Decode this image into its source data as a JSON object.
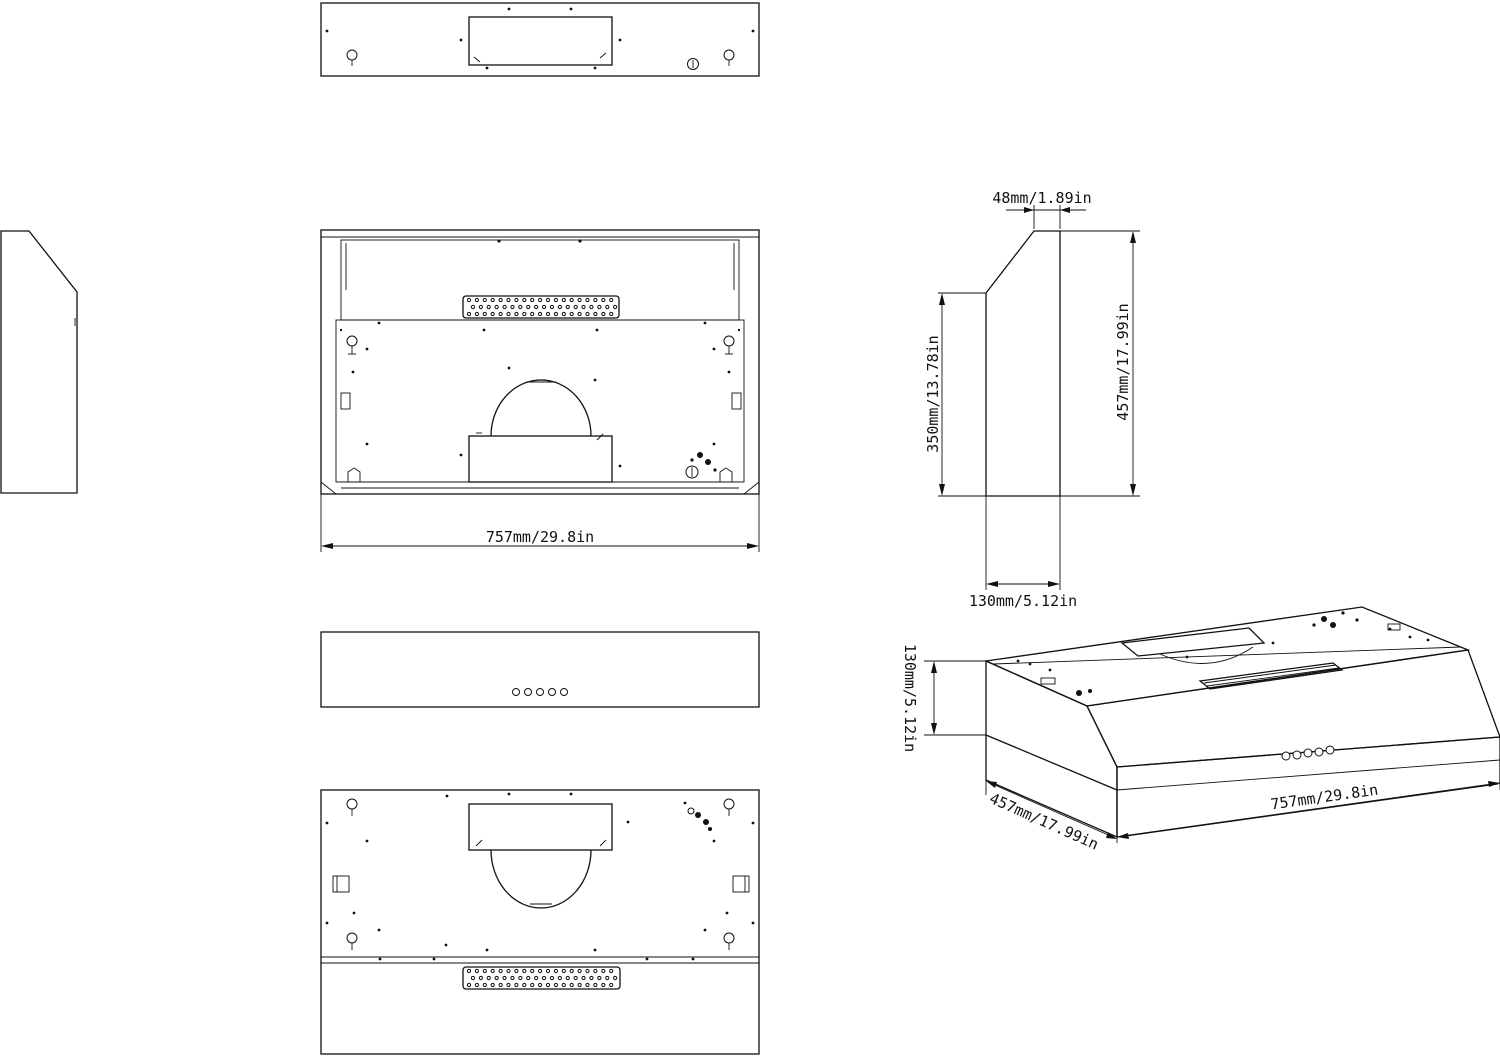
{
  "dimensions": {
    "front_width": "757mm/29.8in",
    "depth_top": "48mm/1.89in",
    "total_height": "457mm/17.99in",
    "front_height": "350mm/13.78in",
    "bottom_depth": "130mm/5.12in",
    "iso_height": "130mm/5.12in",
    "iso_depth": "457mm/17.99in",
    "iso_width": "757mm/29.8in"
  },
  "colors": {
    "line": "#111111",
    "background": "#ffffff"
  }
}
